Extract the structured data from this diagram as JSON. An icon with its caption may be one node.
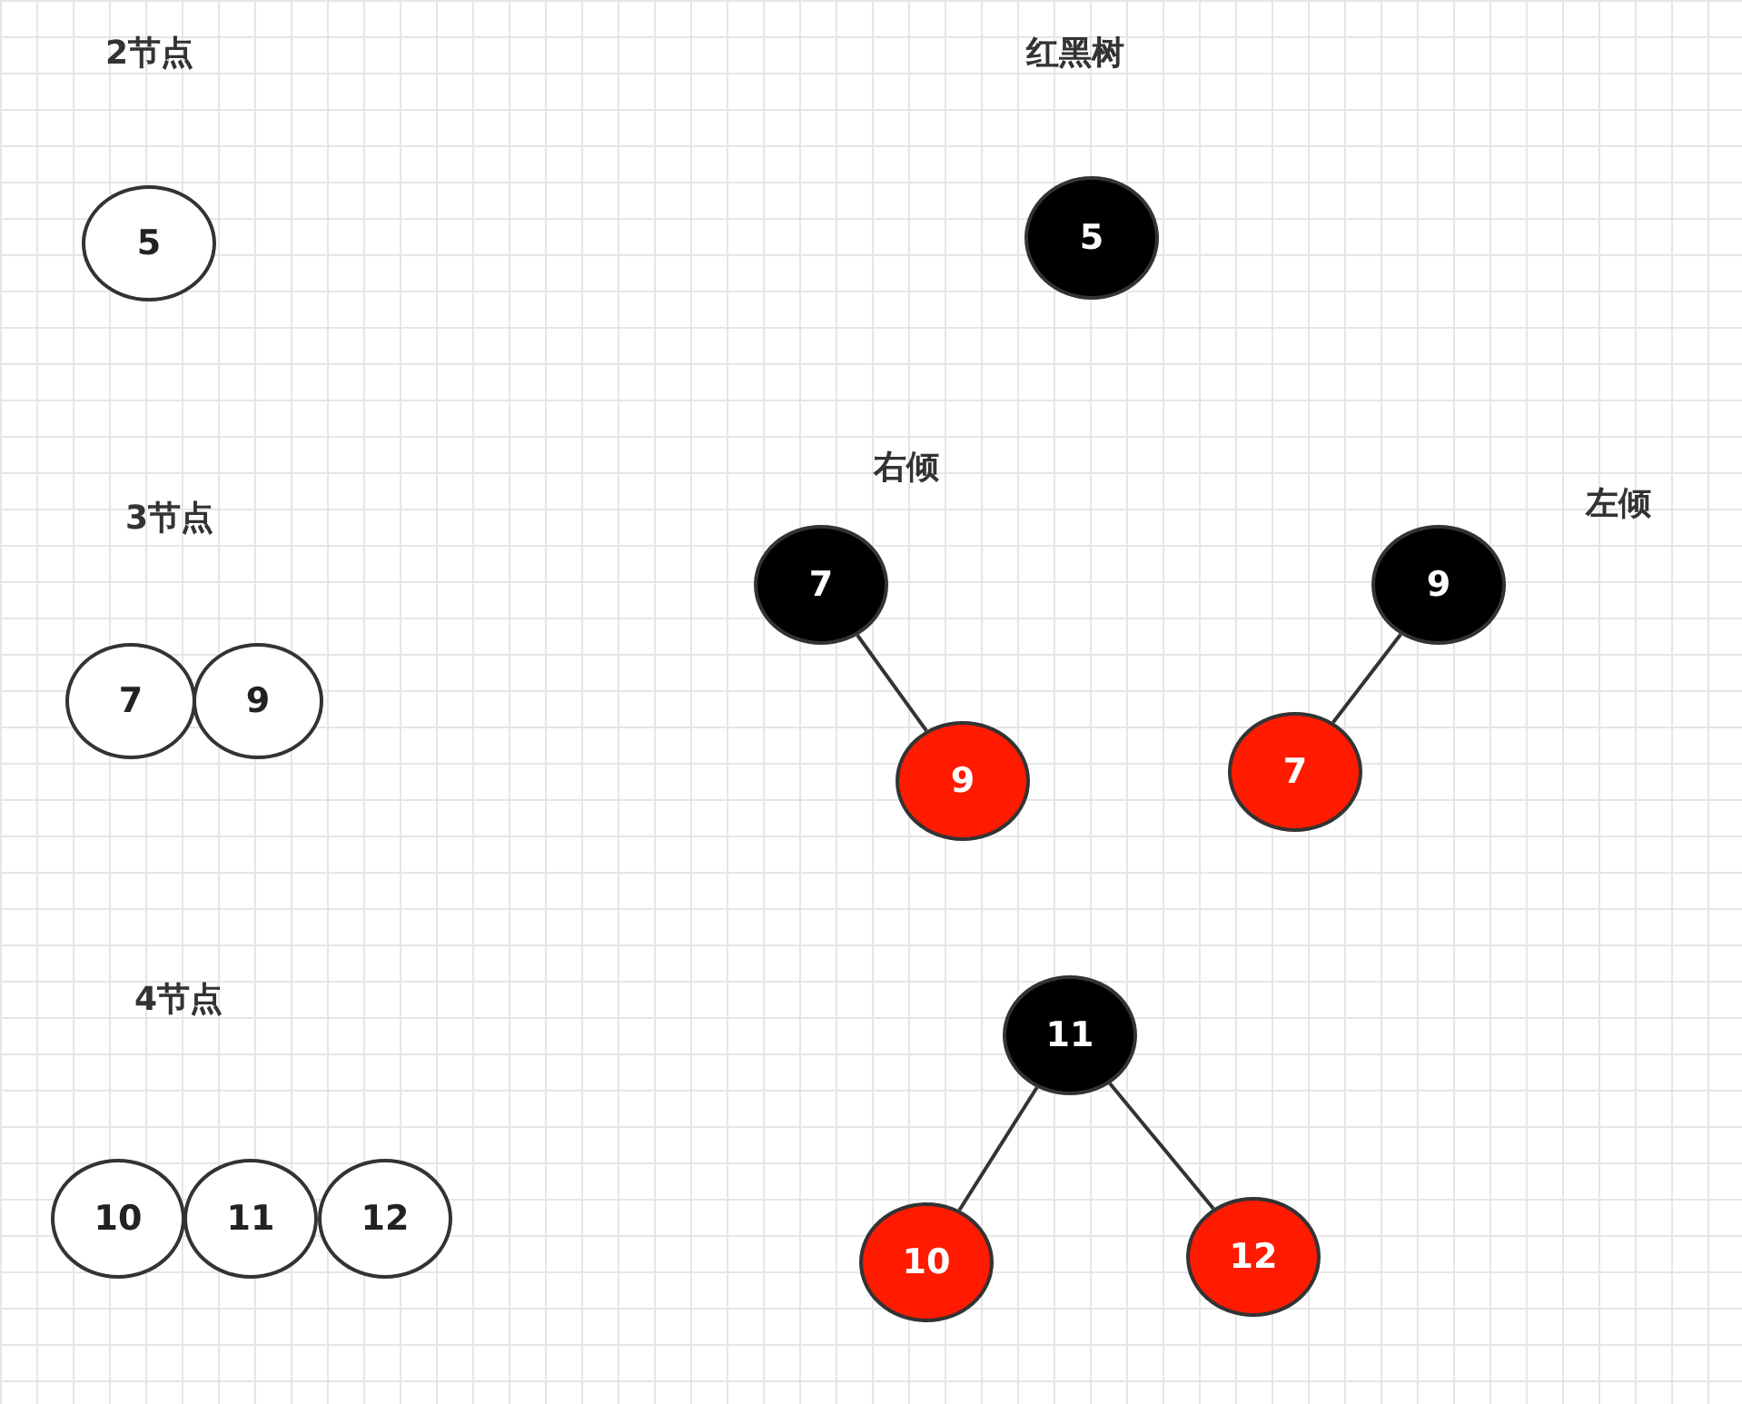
{
  "diagram": {
    "nodes": [
      {
        "text": [
          "5"
        ]
      },
      {
        "text": [
          "5"
        ]
      },
      {
        "text": [
          "7"
        ]
      },
      {
        "text": [
          "9"
        ]
      },
      {
        "text": [
          "7"
        ]
      },
      {
        "text": [
          "9"
        ]
      },
      {
        "text": [
          "9"
        ]
      },
      {
        "text": [
          "7"
        ]
      },
      {
        "text": [
          "11"
        ]
      },
      {
        "text": [
          "10"
        ]
      },
      {
        "text": [
          "11"
        ]
      },
      {
        "text": [
          "12"
        ]
      },
      {
        "text": [
          "10"
        ]
      },
      {
        "text": [
          "12"
        ]
      }
    ],
    "edges": [
      {
        "from": 2,
        "to": 6,
        "arrow": "none"
      },
      {
        "from": 3,
        "to": 7,
        "arrow": "none"
      },
      {
        "from": 8,
        "to": 12,
        "arrow": "none"
      },
      {
        "from": 8,
        "to": 13,
        "arrow": "none"
      }
    ],
    "labels": [
      "2节点",
      "红黑树",
      "右倾",
      "左倾",
      "3节点",
      "4节点"
    ]
  }
}
